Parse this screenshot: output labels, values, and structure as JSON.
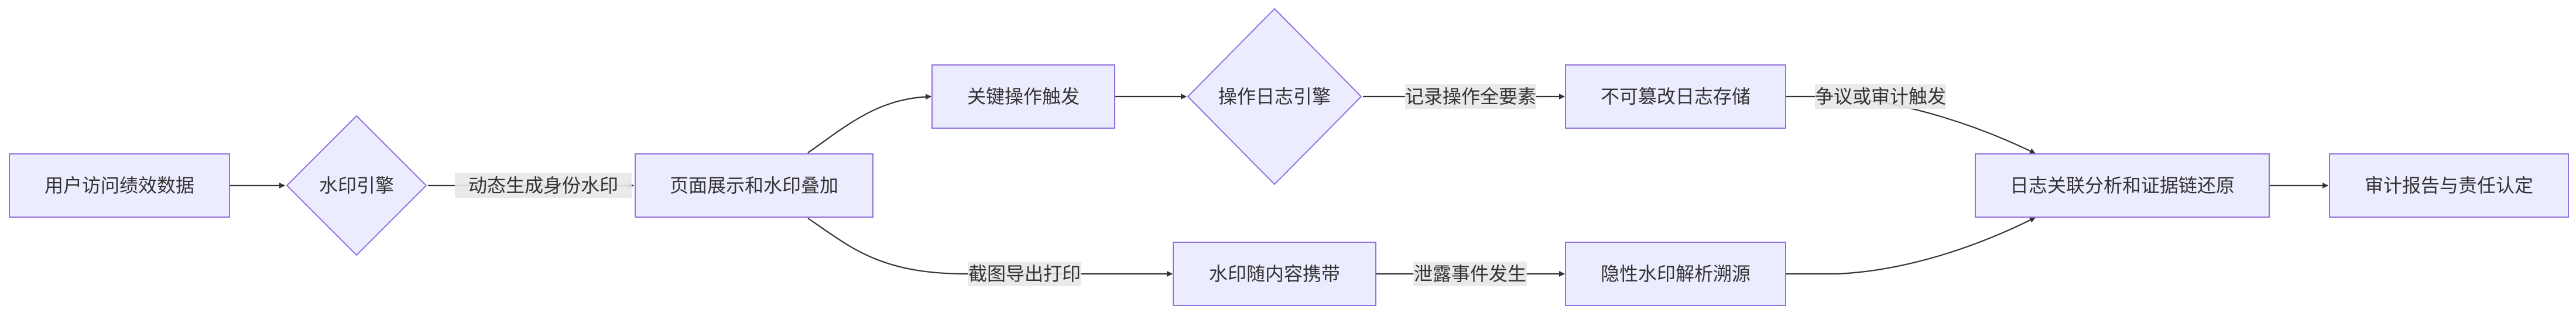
{
  "nodes": {
    "access": "用户访问绩效数据",
    "watermark_engine": "水印引擎",
    "page_display": "页面展示和水印叠加",
    "key_operation": "关键操作触发",
    "op_log_engine": "操作日志引擎",
    "immutable_storage": "不可篡改日志存储",
    "watermark_carry": "水印随内容携带",
    "hidden_watermark": "隐性水印解析溯源",
    "log_analysis": "日志关联分析和证据链还原",
    "audit_report": "审计报告与责任认定"
  },
  "edge_labels": {
    "dynamic_identity": "动态生成身份水印",
    "record_elements": "记录操作全要素",
    "dispute_trigger": "争议或审计触发",
    "screenshot_export": "截图导出打印",
    "leak_event": "泄露事件发生"
  },
  "colors": {
    "node_fill": "#ECECFF",
    "node_stroke": "#9370DB",
    "edge": "#333333",
    "label_bg": "#e8e8e8"
  }
}
